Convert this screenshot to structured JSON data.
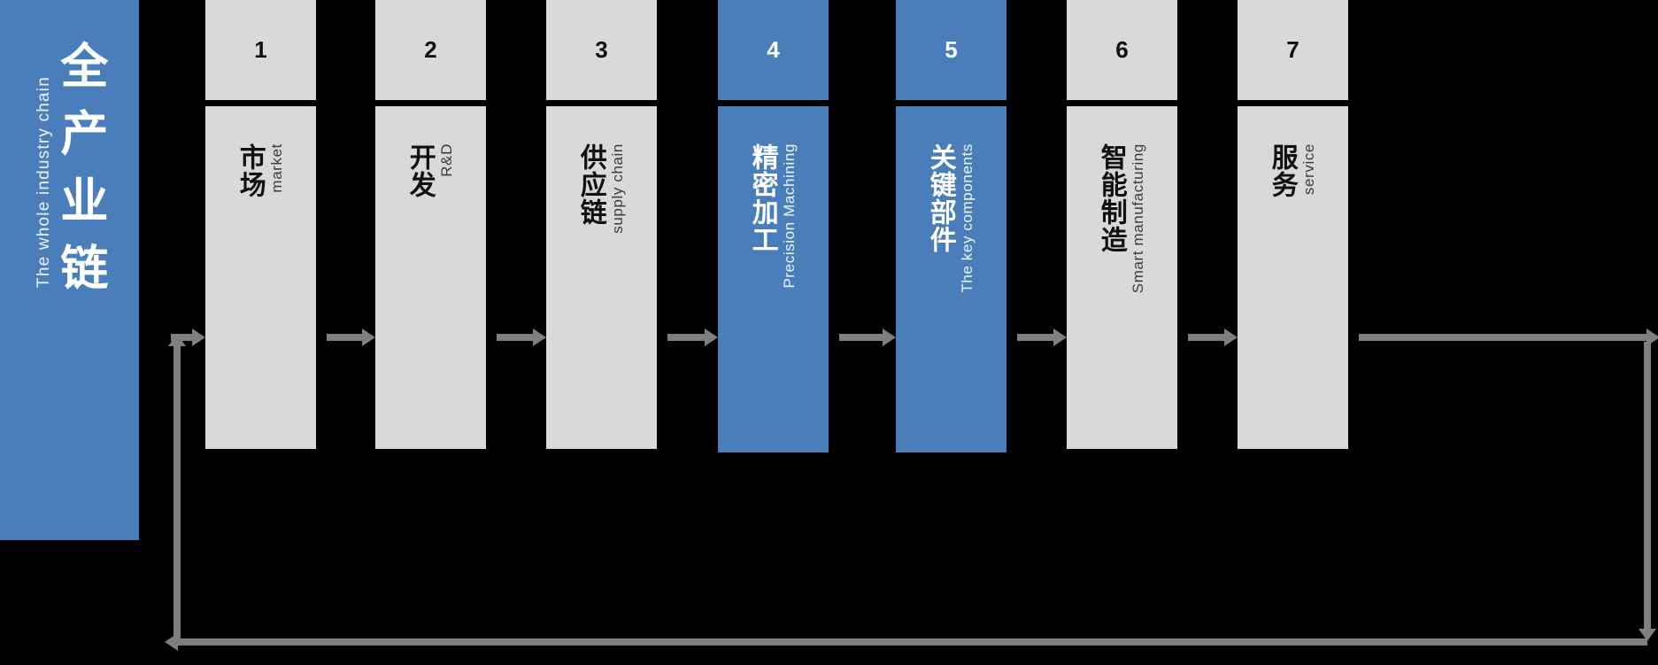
{
  "banner": {
    "title_cn": "全产业链",
    "title_en": "The whole industry chain",
    "color": "#4a7ebb"
  },
  "colors": {
    "accent": "#4a7ebb",
    "neutral_box": "#d9d9d9",
    "arrow": "#7f7f7f",
    "background": "#000000",
    "text_dark": "#111111",
    "text_light": "#ffffff"
  },
  "stages": [
    {
      "number": "1",
      "cn": "市场",
      "en": "market",
      "highlight": false
    },
    {
      "number": "2",
      "cn": "开发",
      "en": "R&D",
      "highlight": false
    },
    {
      "number": "3",
      "cn": "供应链",
      "en": "supply chain",
      "highlight": false
    },
    {
      "number": "4",
      "cn": "精密加工",
      "en": "Precision Machining",
      "highlight": true
    },
    {
      "number": "5",
      "cn": "关键部件",
      "en": "The key components",
      "highlight": true
    },
    {
      "number": "6",
      "cn": "智能制造",
      "en": "Smart manufacturing",
      "highlight": false
    },
    {
      "number": "7",
      "cn": "服务",
      "en": "service",
      "highlight": false
    }
  ],
  "flow": {
    "direction": "left-to-right",
    "feedback_loop": "output of stage 7 returns to stage 1"
  }
}
